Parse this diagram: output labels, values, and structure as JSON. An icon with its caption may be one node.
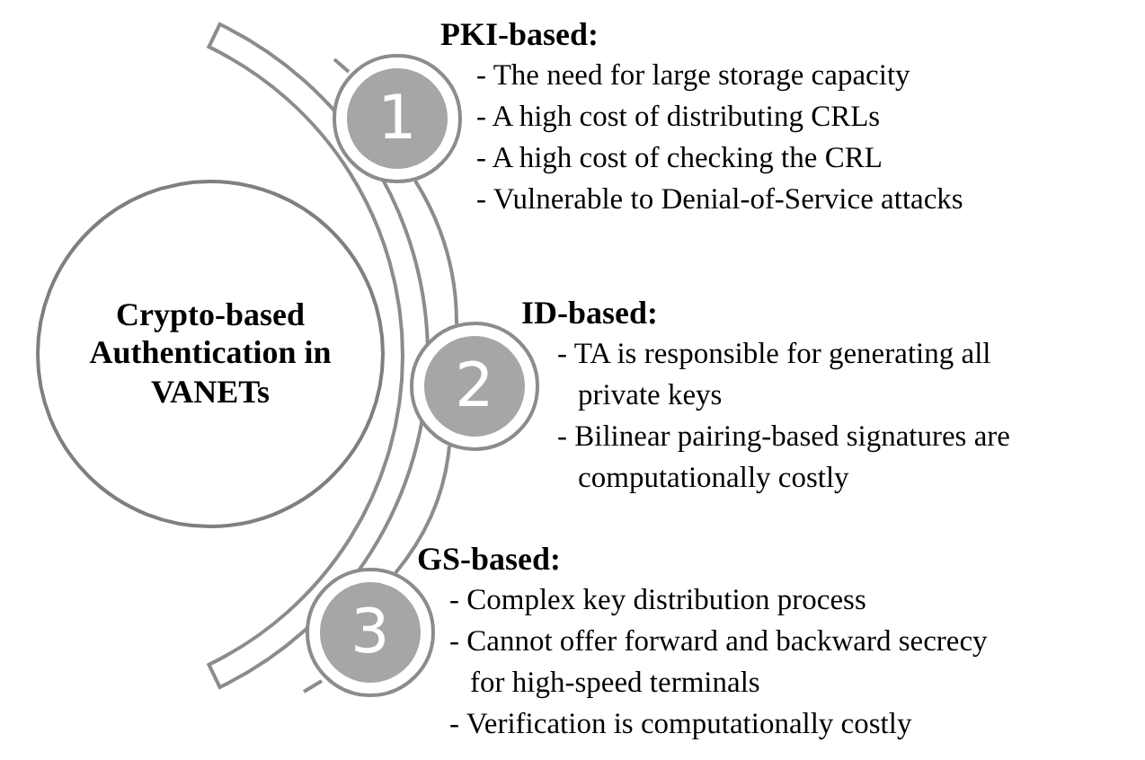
{
  "diagram": {
    "nodes": [
      {
        "text": [
          "Crypto-based Authentication in VANETs"
        ]
      },
      {
        "text": [
          "1"
        ],
        "beside": [
          "PKI-based:",
          "- The need for large storage capacity",
          "- A high cost of distributing CRLs",
          "- A high cost of checking the CRL",
          "- Vulnerable to Denial-of-Service attacks"
        ]
      },
      {
        "text": [
          "2"
        ],
        "beside": [
          "ID-based:",
          "- TA is responsible for generating all private keys",
          "- Bilinear pairing-based signatures are computationally costly"
        ]
      },
      {
        "text": [
          "3"
        ],
        "beside": [
          "GS-based:",
          "- Complex key distribution process",
          "- Cannot offer forward and backward secrecy for high-speed terminals",
          "- Verification is computationally costly"
        ]
      }
    ],
    "edges": [
      {
        "from": 1,
        "to": 2,
        "arrow": "none"
      },
      {
        "from": 2,
        "to": 3,
        "arrow": "none"
      }
    ]
  }
}
